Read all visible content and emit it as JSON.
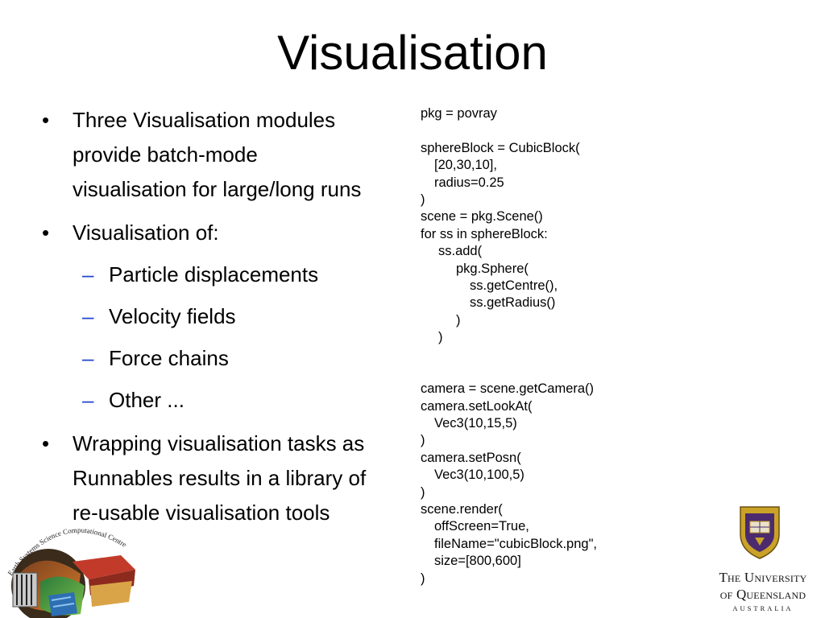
{
  "slide": {
    "title": "Visualisation",
    "bullets": [
      {
        "marker": "•",
        "text_lines": [
          "Three Visualisation modules",
          "provide batch-mode",
          "visualisation for large/long runs"
        ]
      },
      {
        "marker": "•",
        "text_lines": [
          "Visualisation of:"
        ]
      },
      {
        "marker": "–",
        "text": "Particle displacements"
      },
      {
        "marker": "–",
        "text": "Velocity fields"
      },
      {
        "marker": "–",
        "text": "Force chains"
      },
      {
        "marker": "–",
        "text": "Other ..."
      },
      {
        "marker": "•",
        "text_lines": [
          "Wrapping visualisation tasks as",
          "Runnables results in a library of",
          "re-usable visualisation tools"
        ]
      }
    ],
    "code_lines": [
      "pkg = povray",
      "",
      "sphereBlock = CubicBlock(",
      "[20,30,10],",
      "radius=0.25",
      ")",
      "scene = pkg.Scene()",
      "for ss in sphereBlock:",
      "ss.add(",
      "pkg.Sphere(",
      "ss.getCentre(),",
      "ss.getRadius()",
      ")",
      ")",
      "",
      "",
      "camera = scene.getCamera()",
      "camera.setLookAt(",
      "Vec3(10,15,5)",
      ")",
      "camera.setPosn(",
      "Vec3(10,100,5)",
      ")",
      "scene.render(",
      "offScreen=True,",
      "fileName=\"cubicBlock.png\",",
      "size=[800,600]",
      ")"
    ],
    "logos": {
      "escc_arc_text": "Earth Systems Science Computational Centre",
      "uq_line1": "The University",
      "uq_line2": "of Queensland",
      "uq_sub": "AUSTRALIA"
    },
    "colors": {
      "dash_bullet": "#2244cc",
      "uq_purple": "#4b2a6e",
      "uq_gold": "#c9a227"
    }
  }
}
